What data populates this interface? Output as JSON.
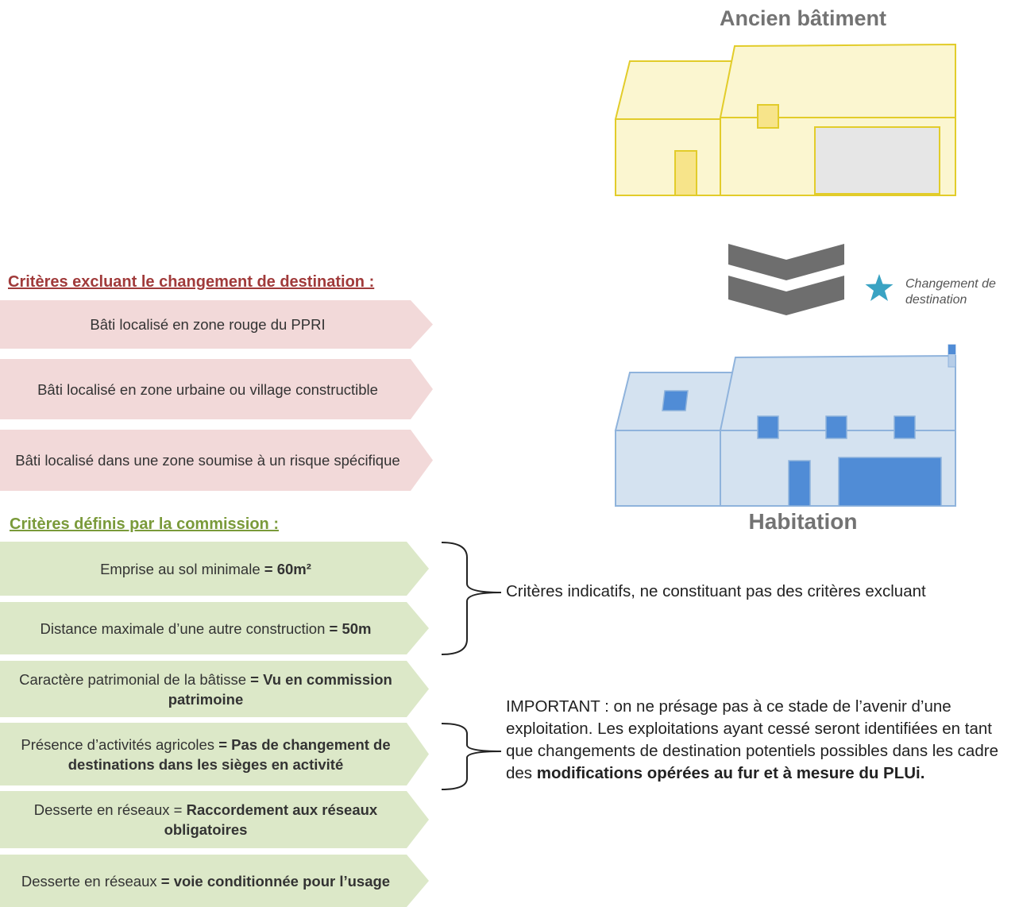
{
  "colors": {
    "exclude_heading": "#a03a3a",
    "commission_heading": "#7a9a3a",
    "pink_arrow": "#f2d9d9",
    "green_arrow": "#dce8c8",
    "old_building_fill": "#fbf6d0",
    "old_building_stroke": "#e2cc2a",
    "house_fill": "#d4e2f0",
    "house_stroke": "#8fb3dc",
    "house_accent": "#508cd6",
    "star": "#3aa3c3",
    "chevron": "#6e6e6e"
  },
  "building_top": {
    "title": "Ancien bâtiment"
  },
  "building_bottom": {
    "title": "Habitation"
  },
  "legend": {
    "icon": "star-icon",
    "label": "Changement de destination"
  },
  "exclusion": {
    "heading": "Critères excluant le changement de destination :",
    "items": [
      {
        "text": "Bâti localisé en zone rouge du PPRI"
      },
      {
        "text": "Bâti localisé en zone urbaine ou village constructible"
      },
      {
        "text": "Bâti localisé dans une zone soumise à un risque spécifique"
      }
    ]
  },
  "commission": {
    "heading": "Critères définis par la commission :",
    "items": [
      {
        "text": "Emprise au sol minimale ",
        "bold": "= 60m²"
      },
      {
        "text": "Distance maximale d’une autre construction ",
        "bold": "= 50m"
      },
      {
        "text": "Caractère patrimonial de la bâtisse ",
        "bold": "= Vu en commission patrimoine"
      },
      {
        "text": "Présence d’activités agricoles ",
        "bold": "= Pas de changement de destinations dans les sièges en activité"
      },
      {
        "text": "Desserte en réseaux = ",
        "bold": "Raccordement aux réseaux obligatoires"
      },
      {
        "text": "Desserte en réseaux ",
        "bold": "= voie conditionnée pour l’usage"
      }
    ]
  },
  "notes": {
    "indicative": "Critères indicatifs, ne constituant pas des critères excluant",
    "important_text": "IMPORTANT : on ne présage pas à ce stade de l’avenir d’une exploitation. Les exploitations ayant cessé seront identifiées en tant que changements de destination potentiels possibles dans les cadre des ",
    "important_bold": "modifications opérées au fur et à mesure du PLUi."
  }
}
